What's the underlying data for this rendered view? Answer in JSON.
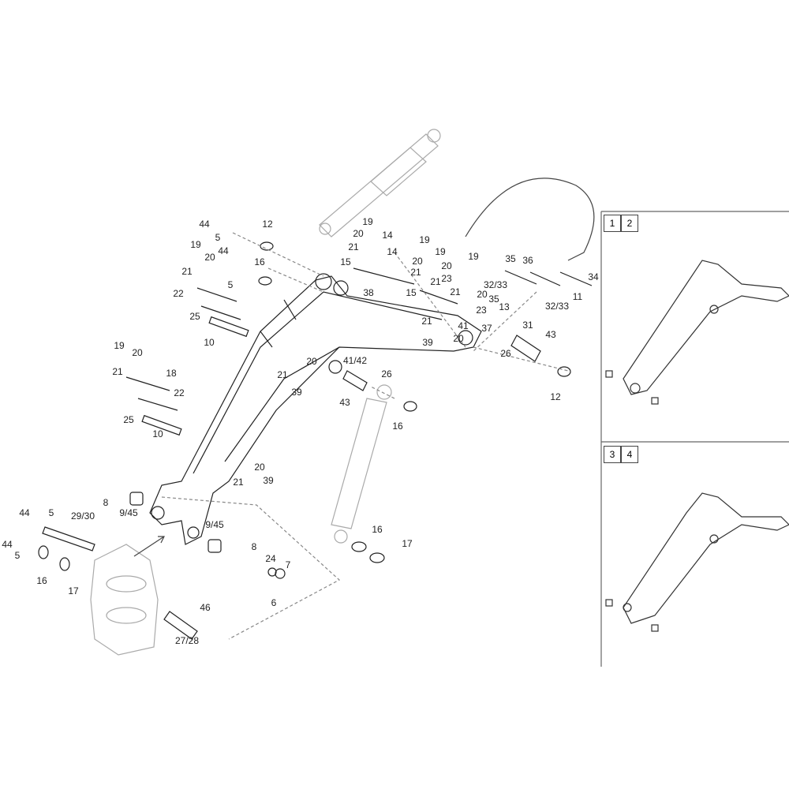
{
  "callouts": [
    "44",
    "5",
    "12",
    "19",
    "20",
    "14",
    "19",
    "21",
    "20",
    "19",
    "15",
    "14",
    "20",
    "21",
    "21",
    "23",
    "15",
    "19",
    "35",
    "36",
    "34",
    "32/33",
    "21",
    "20",
    "35",
    "13",
    "11",
    "32/33",
    "23",
    "38",
    "21",
    "41",
    "37",
    "39",
    "20",
    "31",
    "43",
    "26",
    "12",
    "19",
    "20",
    "44",
    "16",
    "21",
    "5",
    "22",
    "25",
    "10",
    "19",
    "20",
    "21",
    "18",
    "20",
    "21",
    "39",
    "22",
    "41/42",
    "26",
    "43",
    "16",
    "25",
    "10",
    "20",
    "21",
    "39",
    "8",
    "9/45",
    "44",
    "5",
    "29/30",
    "9/45",
    "44",
    "5",
    "16",
    "17",
    "8",
    "24",
    "7",
    "16",
    "17",
    "6",
    "46",
    "27/28"
  ],
  "variants": [
    {
      "labels": [
        "1",
        "2"
      ]
    },
    {
      "labels": [
        "3",
        "4"
      ]
    }
  ]
}
